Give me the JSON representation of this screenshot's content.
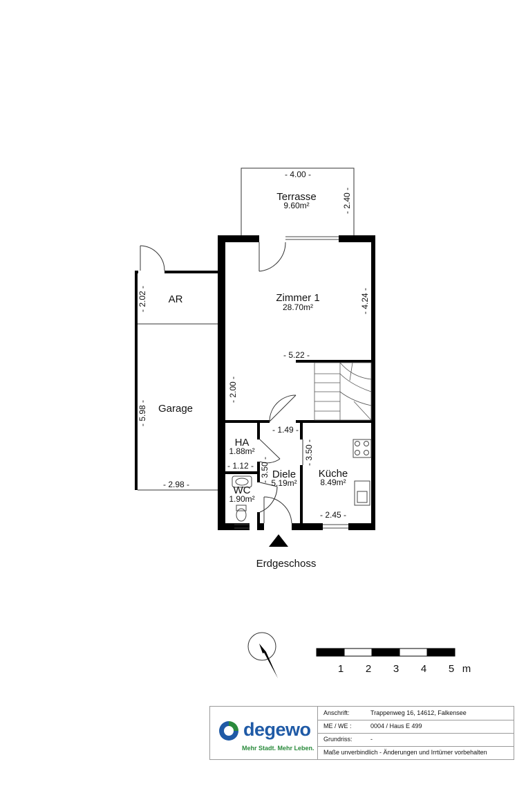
{
  "rooms": {
    "terrasse": {
      "name": "Terrasse",
      "area": "9.60m²"
    },
    "zimmer1": {
      "name": "Zimmer 1",
      "area": "28.70m²"
    },
    "ar": {
      "name": "AR"
    },
    "garage": {
      "name": "Garage"
    },
    "ha": {
      "name": "HA",
      "area": "1.88m²"
    },
    "diele": {
      "name": "Diele",
      "area": "5.19m²"
    },
    "kueche": {
      "name": "Küche",
      "area": "8.49m²"
    },
    "wc": {
      "name": "WC",
      "area": "1.90m²"
    }
  },
  "dimensions": {
    "terrasse_width": "- 4.00 -",
    "terrasse_depth": "- 2.40 -",
    "zimmer1_depth": "- 4.24 -",
    "zimmer1_width": "- 5.22 -",
    "zimmer1_lower": "- 2.00 -",
    "ar_depth": "- 2.02 -",
    "garage_depth": "- 5.98 -",
    "garage_width": "- 2.98 -",
    "diele_width": "- 1.49 -",
    "kueche_depth": "- 3.50 -",
    "diele_depth": "- 3.50 -",
    "ha_width": "- 1.12 -",
    "kueche_width": "- 2.45 -"
  },
  "floor_label": "Erdgeschoss",
  "scale_bar": {
    "ticks": [
      "1",
      "2",
      "3",
      "4",
      "5"
    ],
    "unit": "m"
  },
  "compass": {
    "icon": "north-arrow-icon"
  },
  "logo": {
    "word": "degewo",
    "slogan": "Mehr Stadt. Mehr Leben.",
    "brand_color": "#1f5aa6",
    "accent_color": "#2a8a3c"
  },
  "info": {
    "address_label": "Anschrift:",
    "address_value": "Trappenweg 16, 14612,  Falkensee",
    "unit_label": "ME / WE :",
    "unit_value": "0004 / Haus E 499",
    "plan_label": "Grundriss:",
    "plan_value": "-",
    "disclaimer": "Maße unverbindlich - Änderungen und Irrtümer vorbehalten"
  }
}
